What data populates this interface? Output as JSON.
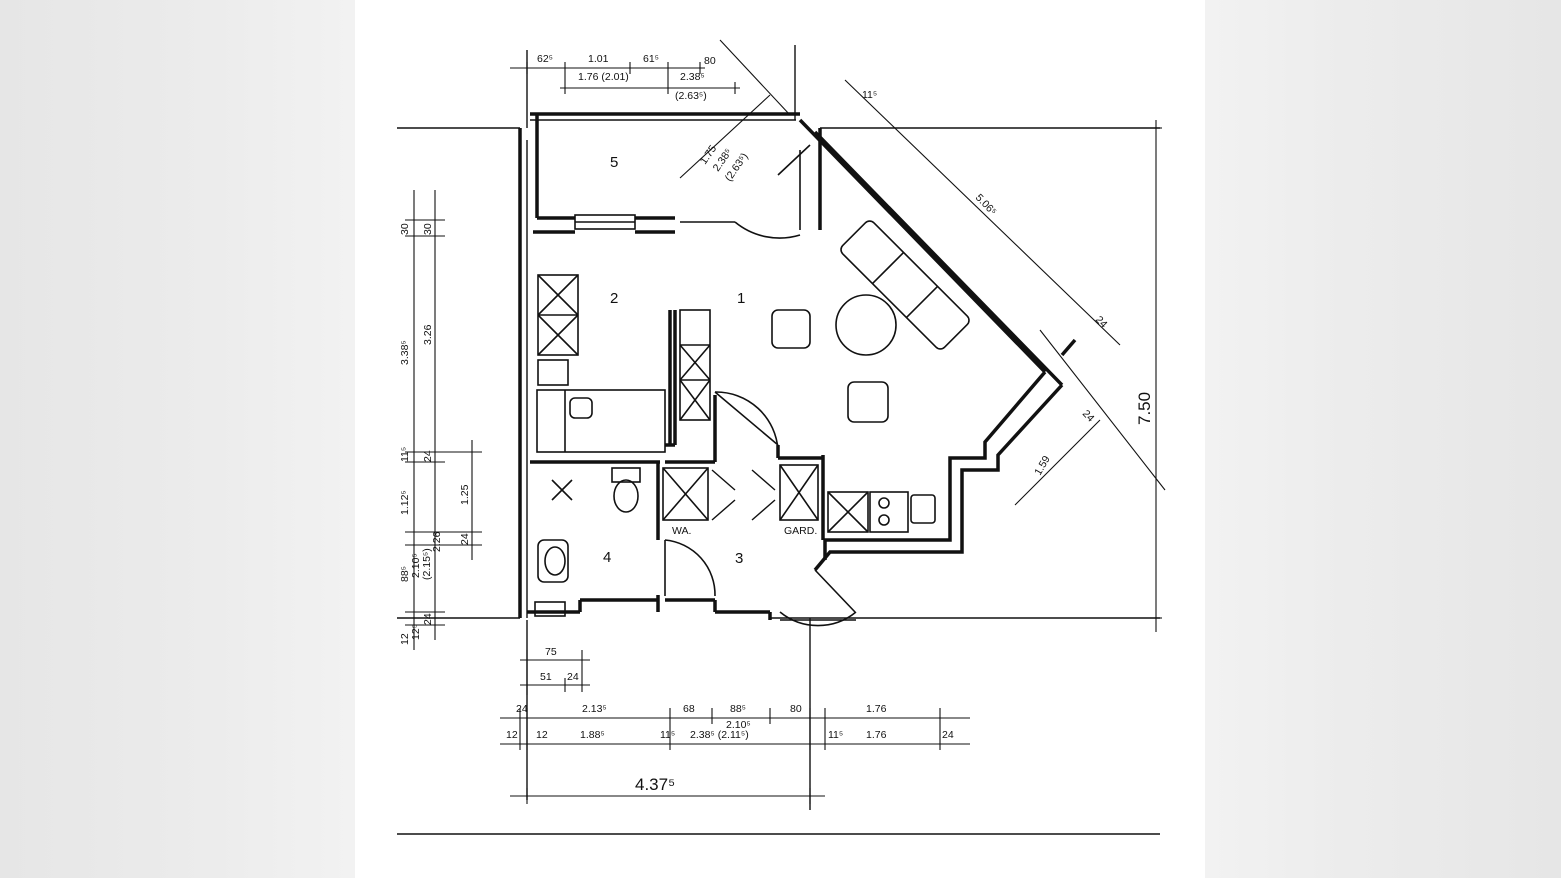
{
  "rooms": [
    {
      "id": "1",
      "label": "1"
    },
    {
      "id": "2",
      "label": "2"
    },
    {
      "id": "3",
      "label": "3"
    },
    {
      "id": "4",
      "label": "4"
    },
    {
      "id": "5",
      "label": "5"
    }
  ],
  "fixtures": {
    "washer_label": "WA.",
    "wardrobe_label": "GARD."
  },
  "dimensions": {
    "top": [
      "62⁵",
      "1.01",
      "61⁵",
      "80",
      "1.76 (2.01)",
      "2.38⁵",
      "(2.63⁵)"
    ],
    "balcony": [
      "1.75",
      "2.38⁵",
      "(2.63⁵)"
    ],
    "diagonal": [
      "11⁵",
      "5.06⁵",
      "24",
      "24",
      "1.59"
    ],
    "right_total": "7.50",
    "left_outer": [
      "30",
      "3.38⁵",
      "11⁵",
      "1.12⁵",
      "88⁵",
      "2.10⁵",
      "(2.15⁵)",
      "12",
      "2.26",
      "1.25"
    ],
    "left_inner": [
      "30",
      "3.26",
      "24",
      "24",
      "24",
      "12⁵"
    ],
    "bottom_small": [
      "75",
      "51",
      "24"
    ],
    "bottom_row1": [
      "24",
      "2.13⁵",
      "68",
      "88⁵",
      "2.10⁵",
      "80",
      "1.76"
    ],
    "bottom_row2": [
      "12",
      "12",
      "1.88⁵",
      "11⁵",
      "2.38⁵ (2.11⁵)",
      "11⁵",
      "1.76",
      "24"
    ],
    "total_width": "4.37⁵"
  }
}
